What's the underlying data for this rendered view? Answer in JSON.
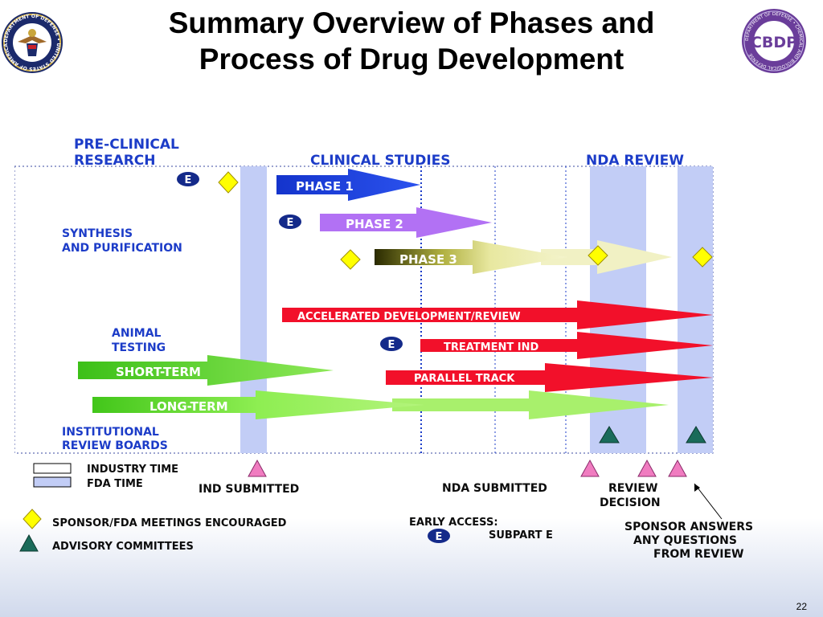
{
  "title": "Summary Overview of Phases and\nProcess of Drug Development",
  "slide_number": "22",
  "logos": {
    "dod_seal_text": "DEPARTMENT OF DEFENSE • UNITED STATES OF AMERICA",
    "cbdp_text": "CBDP",
    "cbdp_ring_text": "DEPARTMENT OF DEFENSE • CHEMICAL AND BIOLOGICAL DEFENSE"
  },
  "sections": {
    "pre_clinical_1": "PRE-CLINICAL",
    "pre_clinical_2": "RESEARCH",
    "clinical": "CLINICAL STUDIES",
    "nda": "NDA REVIEW"
  },
  "side_labels": {
    "synthesis_1": "SYNTHESIS",
    "synthesis_2": "AND PURIFICATION",
    "animal_1": "ANIMAL",
    "animal_2": "TESTING",
    "irb_1": "INSTITUTIONAL",
    "irb_2": "REVIEW BOARDS"
  },
  "arrows": {
    "phase1": "PHASE 1",
    "phase2": "PHASE 2",
    "phase3": "PHASE 3",
    "accelerated": "ACCELERATED DEVELOPMENT/REVIEW",
    "treatment": "TREATMENT IND",
    "parallel": "PARALLEL TRACK",
    "short_term": "SHORT-TERM",
    "long_term": "LONG-TERM"
  },
  "markers": {
    "early_access_symbol": "E"
  },
  "milestones": {
    "ind": "IND SUBMITTED",
    "nda": "NDA SUBMITTED",
    "review_1": "REVIEW",
    "review_2": "DECISION",
    "sponsor_1": "SPONSOR ANSWERS",
    "sponsor_2": "ANY QUESTIONS",
    "sponsor_3": "FROM REVIEW"
  },
  "legend": {
    "industry_time": "INDUSTRY TIME",
    "fda_time": "FDA TIME",
    "meetings": "SPONSOR/FDA MEETINGS ENCOURAGED",
    "advisory": "ADVISORY COMMITTEES",
    "early_access_1": "EARLY ACCESS:",
    "early_access_2": "SUBPART E"
  },
  "colors": {
    "fda_band": "#c2cdf6",
    "phase1": "#1c3cd6",
    "phase2": "#b271f4",
    "phase3_dark": "#2a2a00",
    "phase3_light": "#f3f3c8",
    "red_track": "#f2102a",
    "green_dark": "#4ec81c",
    "green_light": "#a8f06c",
    "diamond": "#ffff00",
    "advisory": "#1a6b5a",
    "milestone": "#f07cc0",
    "label_blue": "#1c3cc8"
  }
}
